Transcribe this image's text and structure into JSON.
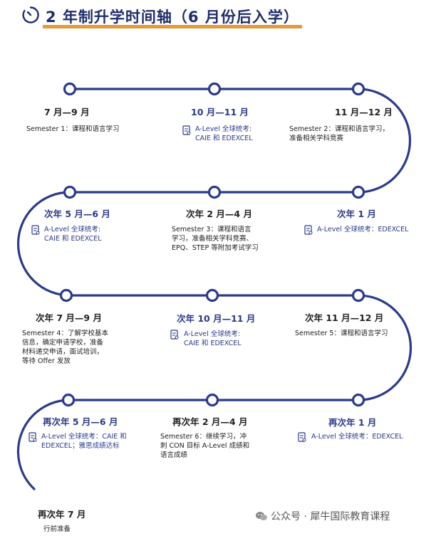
{
  "header": {
    "title": "2 年制升学时间轴（6 月份后入学）"
  },
  "nodes": [
    {
      "label": "7 月—9 月",
      "desc": "Semester 1：课程和语言学习"
    },
    {
      "label": "10 月—11 月",
      "desc": "A-Level 全球统考:\nCAIE 和 EDEXCEL"
    },
    {
      "label": "11 月—12 月",
      "desc": "Semester 2：课程和语言学习，\n准备相关学科竞赛"
    },
    {
      "label": "次年 1 月",
      "desc": "A-Level 全球统考：EDEXCEL"
    },
    {
      "label": "次年 2 月—4 月",
      "desc": "Semester 3：课程和语言\n学习，准备相关学科竞赛、\nEPQ、STEP 等附加考试学习"
    },
    {
      "label": "次年 5 月—6 月",
      "desc": "A-Level 全球统考:\nCAIE 和 EDEXCEL"
    },
    {
      "label": "次年 7 月—9 月",
      "desc": "Semester 4：了解学校基本\n信息，确定申请学校，准备\n材料递交申请，面试培训，\n等待 Offer 发放"
    },
    {
      "label": "次年 10 月—11 月",
      "desc": "A-Level 全球统考:\nCAIE 和 EDEXCEL"
    },
    {
      "label": "次年 11 月—12 月",
      "desc": "Semester 5：课程和语言学习"
    },
    {
      "label": "再次年 1 月",
      "desc": "A-Level 全球统考：EDEXCEL"
    },
    {
      "label": "再次年 2 月—4 月",
      "desc": "Semester 6：继续学习，冲\n刺 CON 目标 A-Level 成绩和\n语言成绩"
    },
    {
      "label": "再次年 5 月—6 月",
      "desc": "A-Level 全球统考：CAIE 和\nEDEXCEL；雅思成绩达标"
    },
    {
      "label": "再次年 7 月",
      "desc": "行前准备"
    }
  ],
  "footer": {
    "text": "公众号 · 犀牛国际教育课程"
  },
  "colors": {
    "accent": "#e39a3d",
    "navy": "#1f2e6b",
    "line": "#2b3a8a"
  }
}
